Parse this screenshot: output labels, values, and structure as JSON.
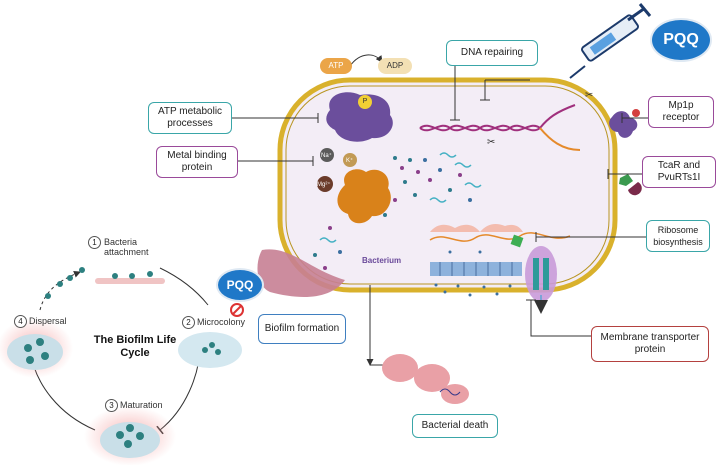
{
  "title": "The Biofilm Life Cycle",
  "pqq": "PQQ",
  "atp": "ATP",
  "adp": "ADP",
  "phosphate": "P",
  "bacterium": "Bacterium",
  "ions": {
    "na": "Na⁺",
    "k": "K⁺",
    "mg": "Mg²⁺"
  },
  "boxes": {
    "atp_metabolic": "ATP metabolic processes",
    "metal_binding": "Metal binding protein",
    "dna_repairing": "DNA repairing",
    "mp1p": "Mp1p receptor",
    "tcar": "TcaR and PvuRTs1I",
    "ribosome": "Ribosome biosynthesis",
    "membrane": "Membrane transporter protein",
    "biofilm": "Biofilm formation",
    "death": "Bacterial death"
  },
  "cycle": [
    {
      "n": "1",
      "label": "Bacteria attachment"
    },
    {
      "n": "2",
      "label": "Microcolony"
    },
    {
      "n": "3",
      "label": "Maturation"
    },
    {
      "n": "4",
      "label": "Dispersal"
    }
  ]
}
